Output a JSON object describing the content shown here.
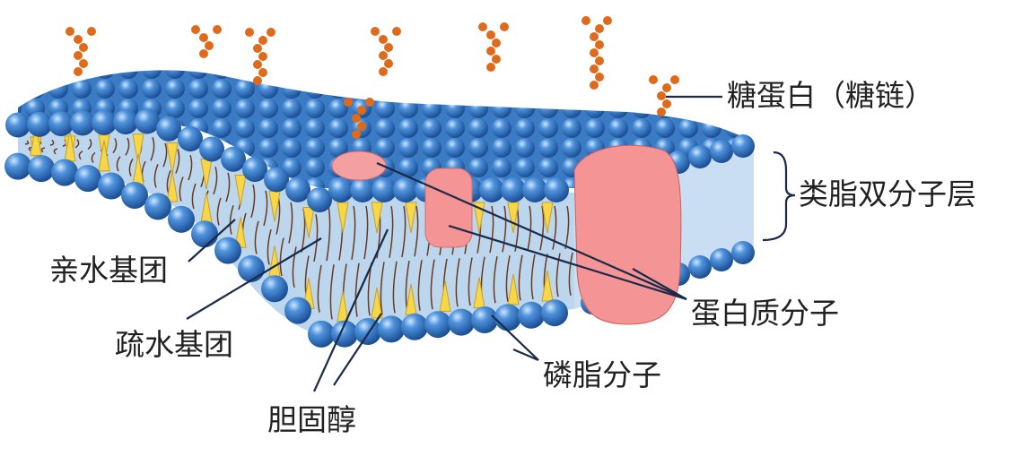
{
  "labels": {
    "glycoprotein": "糖蛋白（糖链）",
    "lipid_bilayer": "类脂双分子层",
    "hydrophilic_group": "亲水基团",
    "hydrophobic_group": "疏水基团",
    "cholesterol": "胆固醇",
    "protein_molecule": "蛋白质分子",
    "phospholipid_molecule": "磷脂分子"
  },
  "colors": {
    "head": "#2f78c8",
    "face": "#bcd6ee",
    "protein": "#f49494",
    "sugar": "#e06a1c",
    "cholesterol": "#f7d64a",
    "leader": "#1a2a4a"
  }
}
